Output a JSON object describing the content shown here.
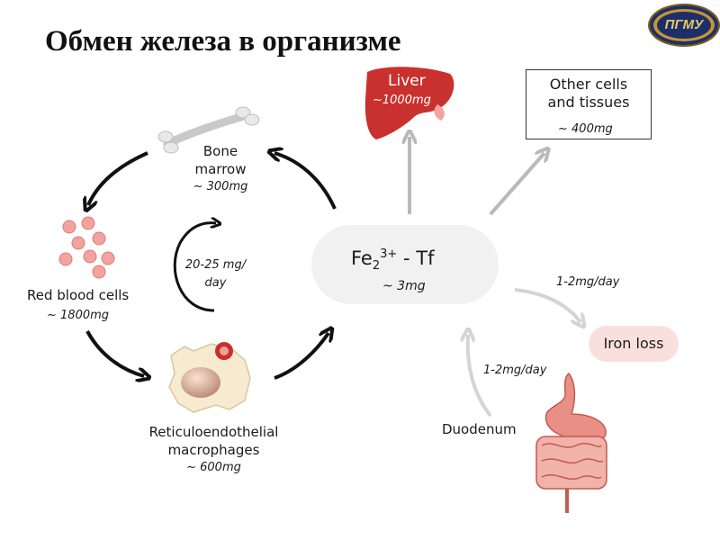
{
  "title": "Обмен железа в организме",
  "logo": {
    "text": "ПГМУ"
  },
  "center": {
    "formula_main": "Fe",
    "formula_sub": "2",
    "formula_sup": "3+",
    "formula_tail": "- Tf",
    "amount": "~ 3mg"
  },
  "bone_marrow": {
    "line1": "Bone",
    "line2": "marrow",
    "amount": "~ 300mg"
  },
  "red_blood_cells": {
    "label": "Red blood cells",
    "amount": "~ 1800mg"
  },
  "macrophages": {
    "line1": "Reticuloendothelial",
    "line2": "macrophages",
    "amount": "~ 600mg"
  },
  "cycle_rate": {
    "line1": "20-25 mg/",
    "line2": "day"
  },
  "liver": {
    "label": "Liver",
    "amount": "~1000mg"
  },
  "other_cells": {
    "line1": "Other cells",
    "line2": "and tissues",
    "amount": "~ 400mg"
  },
  "iron_loss": {
    "label": "Iron loss",
    "rate": "1-2mg/day"
  },
  "duodenum": {
    "label": "Duodenum",
    "rate": "1-2mg/day"
  },
  "colors": {
    "organ_red": "#c8312e",
    "rbc_pink": "#f2a3a0",
    "arrow_black": "#111111",
    "arrow_gray": "#b9b9b9",
    "loss_pink": "#fae0dc",
    "gut_pink": "#e88f86"
  }
}
